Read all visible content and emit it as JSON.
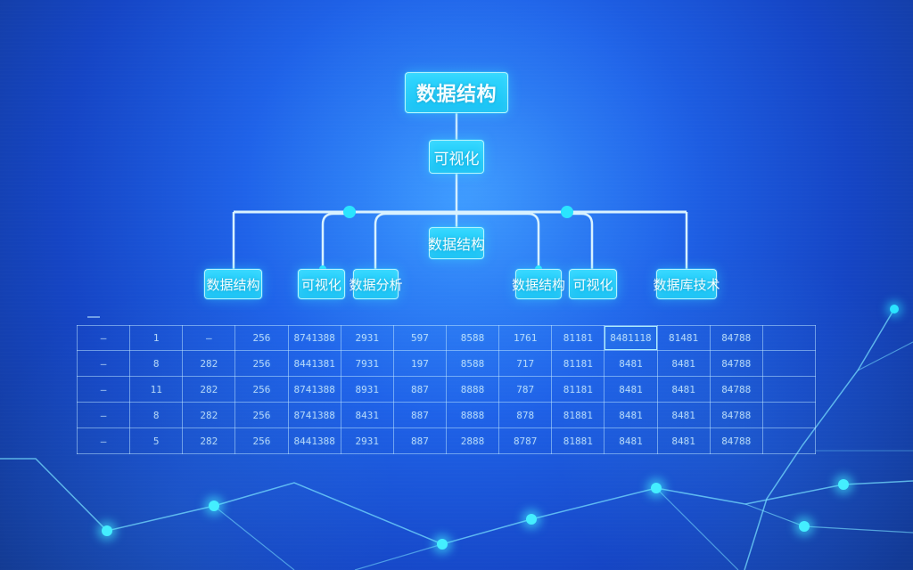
{
  "diagram": {
    "title": "数据结构",
    "subtitle": "可视化",
    "center_label": "数据结构",
    "leaves": [
      "数据结构",
      "可视化",
      "数据分析",
      "数据结构",
      "可视化",
      "数据库技术"
    ]
  },
  "table": {
    "rows": [
      [
        "—",
        "1",
        "—",
        "256",
        "8741388",
        "2931",
        "597",
        "8588",
        "1761",
        "81181",
        "8481118",
        "81481",
        "84788",
        ""
      ],
      [
        "—",
        "8",
        "282",
        "256",
        "8441381",
        "7931",
        "197",
        "8588",
        "717",
        "81181",
        "8481",
        "8481",
        "84788",
        ""
      ],
      [
        "—",
        "11",
        "282",
        "256",
        "8741388",
        "8931",
        "887",
        "8888",
        "787",
        "81181",
        "8481",
        "8481",
        "84788",
        ""
      ],
      [
        "—",
        "8",
        "282",
        "256",
        "8741388",
        "8431",
        "887",
        "8888",
        "878",
        "81881",
        "8481",
        "8481",
        "84788",
        ""
      ],
      [
        "—",
        "5",
        "282",
        "256",
        "8441388",
        "2931",
        "887",
        "2888",
        "8787",
        "81881",
        "8481",
        "8481",
        "84788",
        ""
      ]
    ]
  }
}
